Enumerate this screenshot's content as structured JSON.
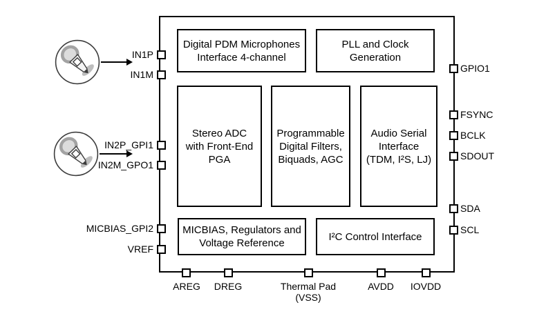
{
  "colors": {
    "line": "#000000",
    "background": "#ffffff",
    "mic_head_ring": "#a3a3a3",
    "mic_head_fill": "#dcdcdc",
    "mic_body_fill": "#f4f4f4"
  },
  "blocks": {
    "pdm_interface": {
      "lines": [
        "Digital PDM Microphones",
        "Interface 4-channel"
      ]
    },
    "pll_clock": {
      "lines": [
        "PLL and Clock",
        "Generation"
      ]
    },
    "stereo_adc": {
      "lines": [
        "Stereo ADC",
        "with Front-End",
        "PGA"
      ]
    },
    "digital_filters": {
      "lines": [
        "Programmable",
        "Digital Filters,",
        "Biquads, AGC"
      ]
    },
    "audio_serial": {
      "lines": [
        "Audio Serial",
        "Interface",
        "(TDM, I²S, LJ)"
      ]
    },
    "micbias_regulators": {
      "lines": [
        "MICBIAS, Regulators and",
        "Voltage Reference"
      ]
    },
    "i2c_control": {
      "lines": [
        "I²C Control Interface"
      ]
    }
  },
  "pins": {
    "left": [
      {
        "label": "IN1P"
      },
      {
        "label": "IN1M"
      },
      {
        "label": "IN2P_GPI1"
      },
      {
        "label": "IN2M_GPO1"
      },
      {
        "label": "MICBIAS_GPI2"
      },
      {
        "label": "VREF"
      }
    ],
    "right": [
      {
        "label": "GPIO1"
      },
      {
        "label": "FSYNC"
      },
      {
        "label": "BCLK"
      },
      {
        "label": "SDOUT"
      },
      {
        "label": "SDA"
      },
      {
        "label": "SCL"
      }
    ],
    "bottom": [
      {
        "label": "AREG"
      },
      {
        "label": "DREG"
      },
      {
        "label": "Thermal Pad\n(VSS)"
      },
      {
        "label": "AVDD"
      },
      {
        "label": "IOVDD"
      }
    ]
  }
}
